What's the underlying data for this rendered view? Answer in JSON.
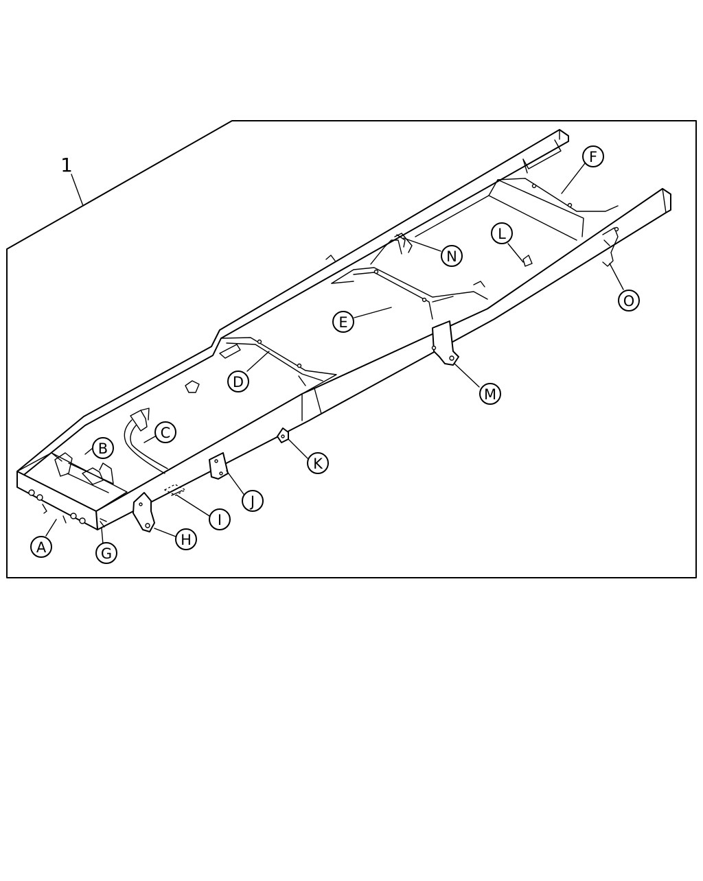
{
  "diagram": {
    "assembly_number": "1",
    "callouts": [
      {
        "id": "A",
        "label": "A"
      },
      {
        "id": "B",
        "label": "B"
      },
      {
        "id": "C",
        "label": "C"
      },
      {
        "id": "D",
        "label": "D"
      },
      {
        "id": "E",
        "label": "E"
      },
      {
        "id": "F",
        "label": "F"
      },
      {
        "id": "G",
        "label": "G"
      },
      {
        "id": "H",
        "label": "H"
      },
      {
        "id": "I",
        "label": "I"
      },
      {
        "id": "J",
        "label": "J"
      },
      {
        "id": "K",
        "label": "K"
      },
      {
        "id": "L",
        "label": "L"
      },
      {
        "id": "M",
        "label": "M"
      },
      {
        "id": "N",
        "label": "N"
      },
      {
        "id": "O",
        "label": "O"
      }
    ]
  }
}
